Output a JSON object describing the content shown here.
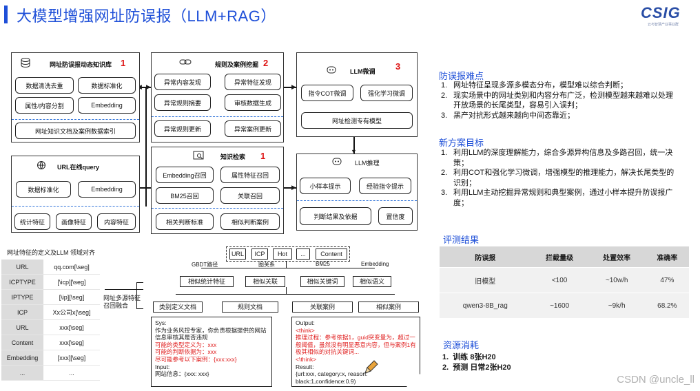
{
  "header": {
    "title": "大模型增强网址防误报（LLM+RAG）",
    "logo_text": "CSIG",
    "logo_sub": "云与智慧产业事业群"
  },
  "panels": {
    "kb": {
      "title": "网址防误报动态知识库",
      "num": "1",
      "boxes": [
        "数据清洗去重",
        "数据标准化",
        "属性/内容分割",
        "Embedding"
      ],
      "bottom": "网址知识文档及案例数据索引"
    },
    "rules": {
      "title": "规则及案例挖掘",
      "num": "2",
      "boxes": [
        "异常内容发现",
        "异常特征发现",
        "异常规则摘要",
        "审核数据生成",
        "异常规则更新",
        "异常案例更新"
      ]
    },
    "ft": {
      "title": "LLM微调",
      "num": "3",
      "boxes": [
        "指令COT微调",
        "强化学习微调"
      ],
      "bottom": "网址检测专有模型"
    },
    "url": {
      "title": "URL在线query",
      "boxes": [
        "数据标准化",
        "Embedding"
      ],
      "bottom": [
        "统计特征",
        "画像特征",
        "内容特征"
      ]
    },
    "retr": {
      "title": "知识检索",
      "num": "1",
      "boxes": [
        "Embedding召回",
        "属性特征召回",
        "BM25召回",
        "关联召回"
      ],
      "bottom": [
        "相关判断标准",
        "相似判断案例"
      ]
    },
    "infer": {
      "title": "LLM推理",
      "boxes": [
        "小样本提示",
        "经验指令提示"
      ],
      "bottom": [
        "判断结果及依据",
        "置信度"
      ]
    }
  },
  "align": {
    "title": "网址特征的定义及LLM 领域对齐",
    "rows": [
      [
        "URL",
        "qq.com[\\seg]"
      ],
      [
        "ICPTYPE",
        "[\\icp][\\seg]"
      ],
      [
        "IPTYPE",
        "[\\ip][\\seg]"
      ],
      [
        "ICP",
        "Xx公司x[\\seg]"
      ],
      [
        "URL",
        "xxx[\\seg]"
      ],
      [
        "Content",
        "xxx[\\seg]"
      ],
      [
        "Embedding",
        "[xxx][\\seg]"
      ],
      [
        "...",
        "..."
      ]
    ]
  },
  "fusion": {
    "label": "网址多源特征召回融合",
    "tags": [
      "URL",
      "ICP",
      "Hot",
      "...",
      "Content"
    ],
    "methods": [
      "GBDT路径",
      "图关系",
      "BM25",
      "Embedding"
    ],
    "similar": [
      "相似统计特征",
      "相似关联",
      "相似关键词",
      "相似语义"
    ],
    "docs": [
      "类别定义文档",
      "规则文档",
      "关联案例",
      "相似案例"
    ]
  },
  "sys_prompt": {
    "lines": [
      "Sys:",
      "作为业务风控专家，你负责根据提供的网站",
      "信息审核其是否违规"
    ],
    "red": [
      "可能的类型定义为：xxx",
      "可能的判断依据为：xxx",
      "尽可能参考以下案例：{xxx:xxx}"
    ],
    "input": [
      "Input:",
      "网站信息：{xxx: xxx}"
    ]
  },
  "output": {
    "head": "Output:",
    "think_open": "<think>",
    "red": [
      "推理过程：参考依据1，guid突变量为，超过一",
      "般阈值，虽然没有明显恶意内容，但与案例1有",
      "极其相似的对抗关键词..."
    ],
    "think_close": "<\\think>",
    "result": [
      "Result:",
      "{url:xxx, category:x, reason:",
      "black:1,confidence:0.9)"
    ]
  },
  "difficulties": {
    "title": "防误报难点",
    "items": [
      {
        "n": "1.",
        "lines": [
          "网址特征呈现多源多模态分布，模型难以综合判断；"
        ]
      },
      {
        "n": "2.",
        "lines": [
          "现实场景中的网址类别和内容分布广泛，检测模型越来越难以处理",
          "开放场景的长尾类型，容易引入误判；"
        ]
      },
      {
        "n": "3.",
        "lines": [
          "黑产对抗形式越来越向中间态靠近；"
        ]
      }
    ]
  },
  "goals": {
    "title": "新方案目标",
    "items": [
      {
        "n": "1.",
        "lines": [
          "利用LLM的深度理解能力，综合多源异构信息及多路召回，统一决",
          "策；"
        ]
      },
      {
        "n": "2.",
        "lines": [
          "利用COT和强化学习微调，增强模型的推理能力，解决长尾类型的",
          "识别；"
        ]
      },
      {
        "n": "3.",
        "lines": [
          "利用LLM主动挖掘异常规则和典型案例，通过小样本提升防误报广",
          "度；"
        ]
      }
    ]
  },
  "results": {
    "title": "评测结果",
    "headers": [
      "防误报",
      "拦截量级",
      "处置效率",
      "准确率"
    ],
    "rows": [
      [
        "旧模型",
        "<100",
        "~10w/h",
        "47%"
      ],
      [
        "qwen3-8B_rag",
        "~1600",
        "~9k/h",
        "68.2%"
      ]
    ]
  },
  "resources": {
    "title": "资源消耗",
    "items": [
      {
        "n": "1.",
        "text": "训练 8张H20"
      },
      {
        "n": "2.",
        "text": "预测 日常2张H20"
      }
    ]
  },
  "watermark": "CSDN @uncle_ll",
  "colors": {
    "accent": "#1e4fd8",
    "red": "#e02020"
  }
}
